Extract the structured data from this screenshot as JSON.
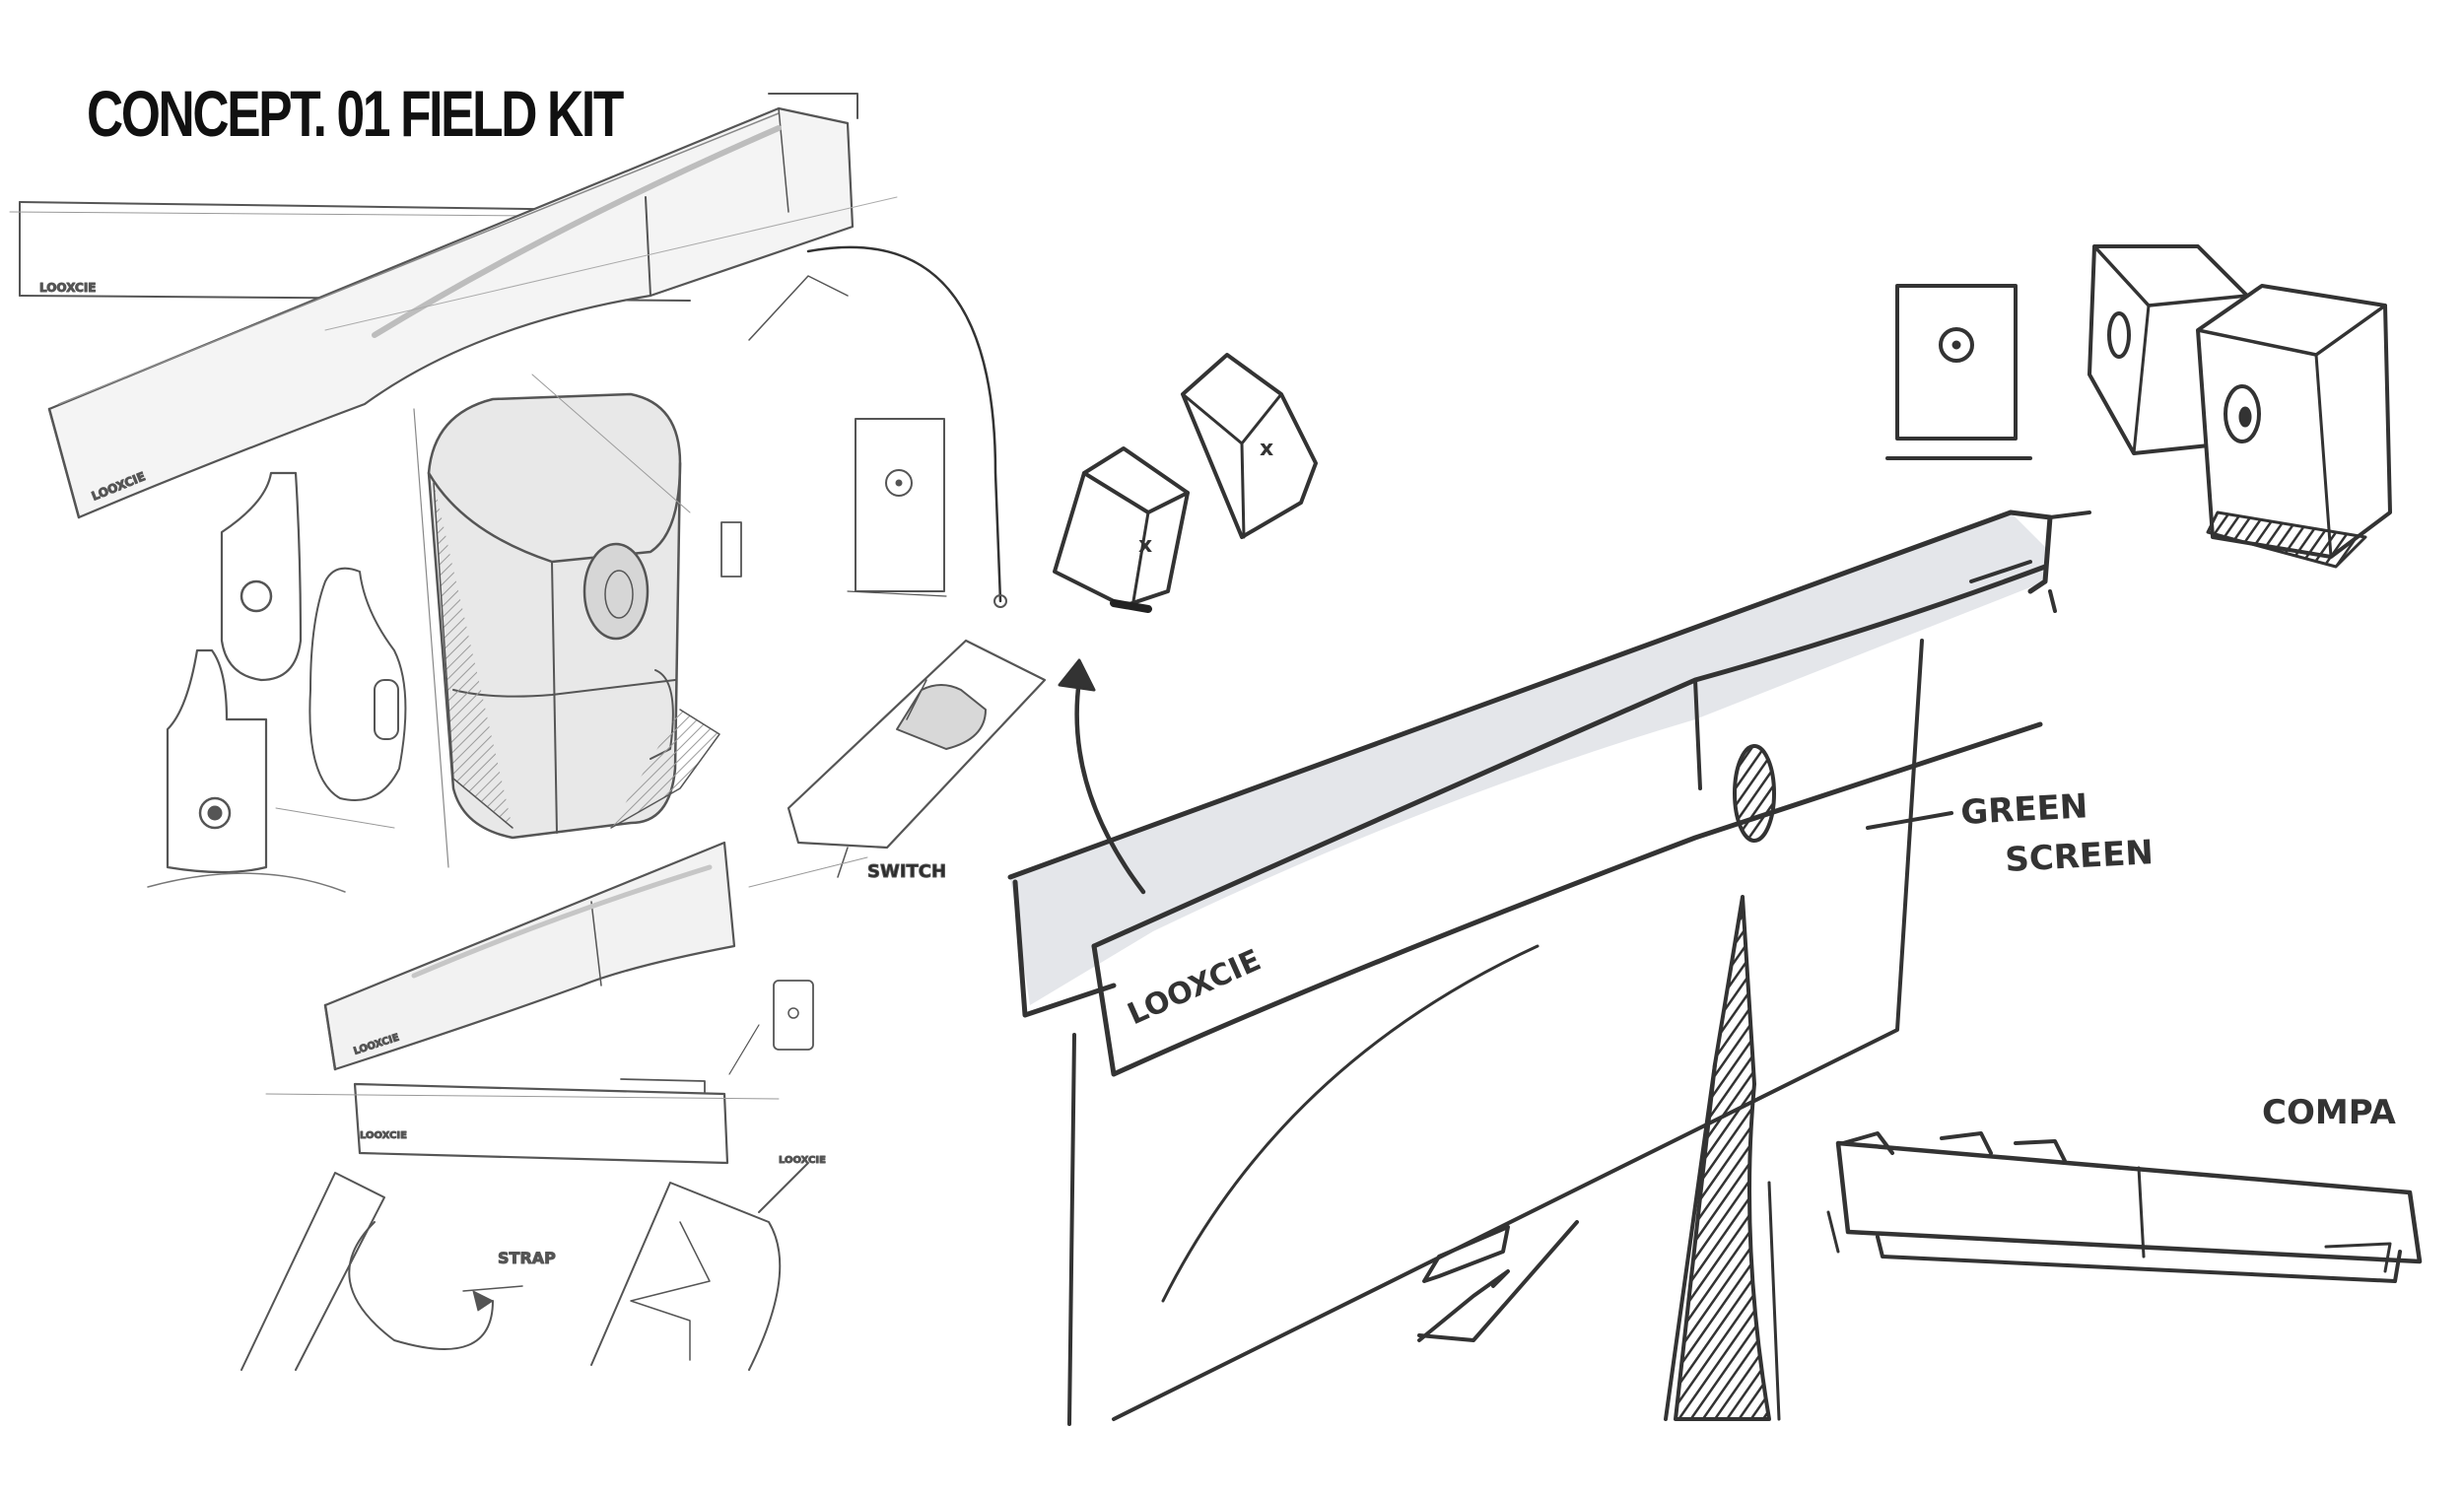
{
  "title": "CONCEPT. 01 FIELD KIT",
  "annotations": {
    "switch": "SWITCH",
    "green_screen_line1": "GREEN",
    "green_screen_line2": "SCREEN",
    "looxcie_large": "LOOXCIE",
    "compact": "COMPA",
    "strap": "STRAP",
    "looxcie_small_1": "LOOXCIE",
    "looxcie_small_2": "LOOXCIE",
    "looxcie_small_3": "LOOXCIE",
    "looxcie_small_4": "LOOXCIE"
  },
  "colors": {
    "pencil": "#555555",
    "marker": "#333333",
    "screen_fill": "#e4e6ea",
    "shade": "#bdbdbd"
  }
}
